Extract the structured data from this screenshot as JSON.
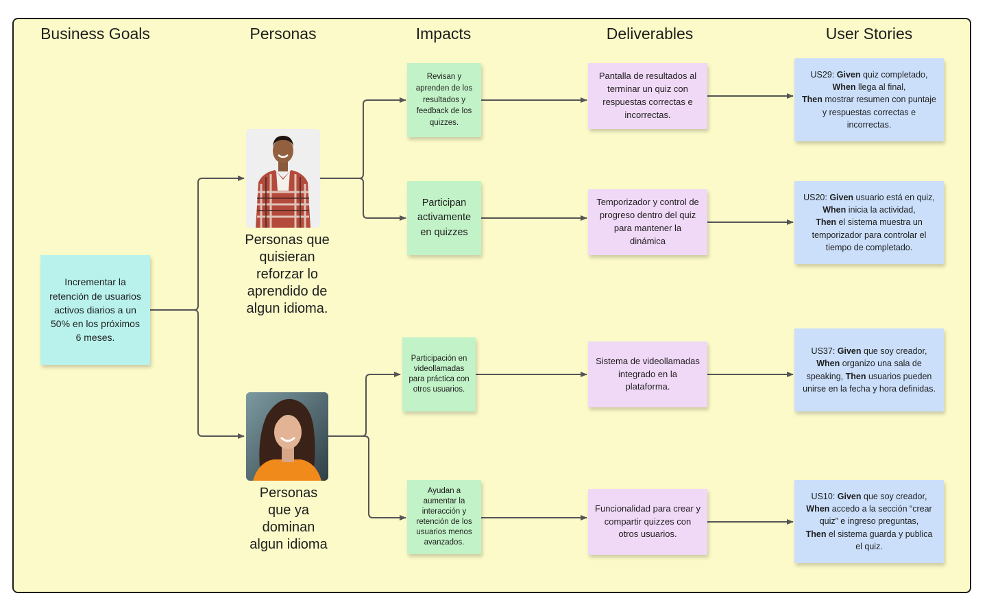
{
  "columns": {
    "business_goals": "Business Goals",
    "personas": "Personas",
    "impacts": "Impacts",
    "deliverables": "Deliverables",
    "user_stories": "User Stories"
  },
  "goal": "Incrementar la retención de usuarios activos diarios a un 50% en los próximos 6 meses.",
  "personas": [
    {
      "label": "Personas que quisieran reforzar lo aprendido de algun idioma."
    },
    {
      "label": "Personas que ya dominan algun idioma"
    }
  ],
  "impacts": [
    "Revisan y aprenden de los resultados y feedback de los quizzes.",
    "Participan activamente en quizzes",
    "Participación en videollamadas para práctica con otros usuarios.",
    "Ayudan a aumentar la interacción y retención de los usuarios menos avanzados."
  ],
  "deliverables": [
    "Pantalla de resultados al terminar un quiz con respuestas correctas e incorrectas.",
    "Temporizador y control de progreso dentro del quiz para mantener la dinámica",
    "Sistema de videollamadas integrado en la plataforma.",
    "Funcionalidad para crear y compartir quizzes con otros usuarios."
  ],
  "stories": [
    {
      "id": "US29:",
      "given_kw": "Given",
      "given": " quiz completado,",
      "when_kw": "When",
      "when": " llega al final,",
      "then_kw": "Then",
      "then": " mostrar resumen con puntaje y respuestas correctas e incorrectas."
    },
    {
      "id": "US20:",
      "given_kw": "Given",
      "given": " usuario está en quiz,",
      "when_kw": "When",
      "when": " inicia la actividad,",
      "then_kw": "Then",
      "then": " el sistema muestra un temporizador para controlar el tiempo de completado."
    },
    {
      "id": "US37:",
      "given_kw": "Given",
      "given": " que soy creador,",
      "when_kw": "When",
      "when": " organizo una sala de speaking, ",
      "then_kw": "Then",
      "then": "  usuarios pueden unirse en la fecha y hora definidas."
    },
    {
      "id": "US10:",
      "given_kw": "Given",
      "given": " que soy creador,",
      "when_kw": "When",
      "when": " accedo a la sección “crear quiz” e ingreso preguntas,",
      "then_kw": "Then",
      "then": " el sistema guarda y publica el quiz."
    }
  ],
  "colors": {
    "board": "#fbfac8",
    "goal_note": "#b9f2ec",
    "impact_note": "#c2f2c7",
    "deliverable_note": "#f0d8f7",
    "story_note": "#cbdffb",
    "connector": "#555555"
  }
}
